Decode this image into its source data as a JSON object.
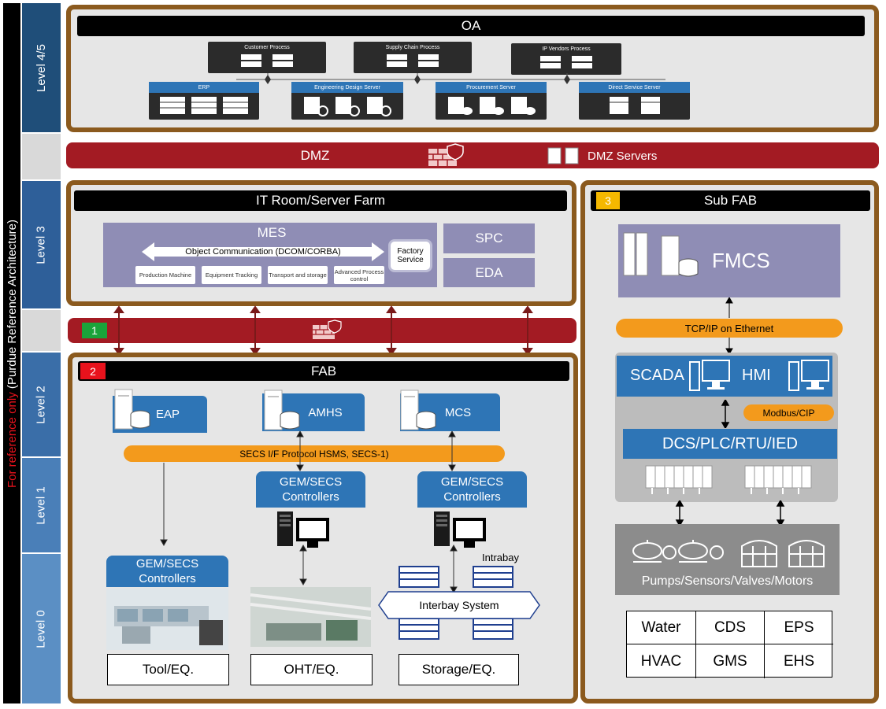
{
  "sidebar": {
    "caption_red": "For reference only",
    "caption_rest": "(Purdue Reference Architecture)",
    "levels": [
      "Level 4/5",
      "Level 3",
      "Level 2",
      "Level 1",
      "Level 0"
    ]
  },
  "oa": {
    "title": "OA",
    "processes": [
      "Customer Process",
      "Supply Chain Process",
      "IP Vendors Process"
    ],
    "servers": [
      "ERP",
      "Engineering Design Server",
      "Procurement Server",
      "Direct Service Server"
    ]
  },
  "dmz": {
    "title": "DMZ",
    "servers_label": "DMZ Servers"
  },
  "it_room": {
    "title": "IT Room/Server Farm",
    "mes": {
      "title": "MES",
      "communication": "Object Communication (DCOM/CORBA)",
      "factory_service": "Factory Service",
      "modules": [
        "Production Machine",
        "Equipment Tracking",
        "Transport and storage",
        "Advanced Process control"
      ]
    },
    "spc": "SPC",
    "eda": "EDA"
  },
  "firewall_zone": {
    "number": "1"
  },
  "fab": {
    "number": "2",
    "title": "FAB",
    "systems": [
      "EAP",
      "AMHS",
      "MCS"
    ],
    "protocol": "SECS I/F Protocol HSMS, SECS-1)",
    "controller_label": "GEM/SECS Controllers",
    "intrabay": "Intrabay",
    "interbay": "Interbay System",
    "equipment": [
      "Tool/EQ.",
      "OHT/EQ.",
      "Storage/EQ."
    ]
  },
  "sub_fab": {
    "number": "3",
    "title": "Sub FAB",
    "fmcs": "FMCS",
    "tcpip": "TCP/IP on Ethernet",
    "scada": "SCADA",
    "hmi": "HMI",
    "modbus": "Modbus/CIP",
    "dcs": "DCS/PLC/RTU/IED",
    "field": "Pumps/Sensors/Valves/Motors",
    "utilities": [
      "Water",
      "CDS",
      "EPS",
      "HVAC",
      "GMS",
      "EHS"
    ]
  },
  "colors": {
    "frame_brown": "#8b5a1e",
    "dmz_red": "#a31b23",
    "accent_blue": "#2e75b6",
    "protocol_orange": "#f39a1c",
    "zone1_green": "#1aa33a",
    "zone2_red": "#e8121c",
    "zone3_yellow": "#f5b800"
  }
}
